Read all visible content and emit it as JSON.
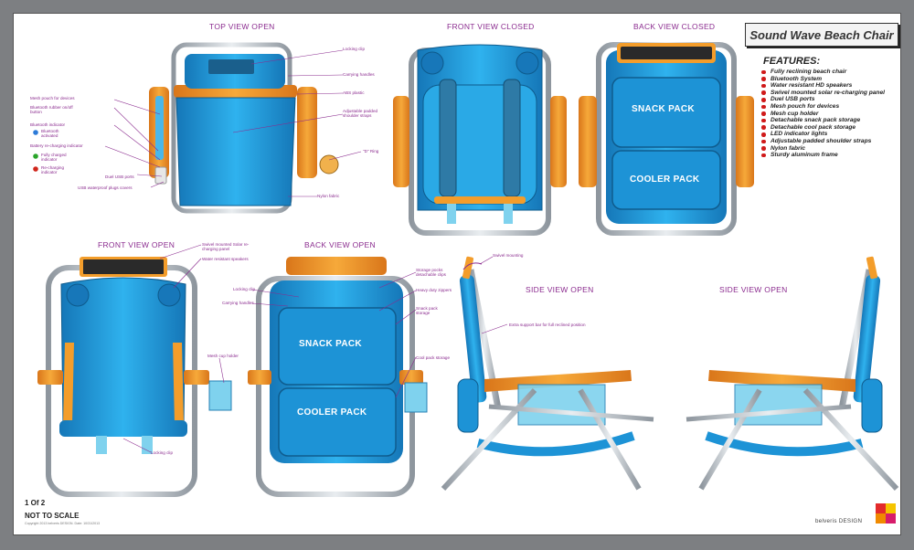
{
  "titles": {
    "top_view_open": "TOP VIEW OPEN",
    "front_view_closed": "FRONT VIEW CLOSED",
    "back_view_closed": "BACK VIEW CLOSED",
    "front_view_open": "FRONT VIEW OPEN",
    "back_view_open": "BACK VIEW OPEN",
    "side_view_open_left": "SIDE VIEW OPEN",
    "side_view_open_right": "SIDE VIEW OPEN"
  },
  "product_title": "Sound Wave Beach Chair",
  "features_heading": "FEATURES:",
  "features": [
    "Fully reclining beach chair",
    "Bluetooth System",
    "Water resistant HD speakers",
    "Swivel mounted solar re-charging panel",
    "Duel USB ports",
    "Mesh pouch for devices",
    "Mesh cup holder",
    "Detachable snack pack storage",
    "Detachable cool pack storage",
    "LED indicator lights",
    "Adjustable padded shoulder straps",
    "Nylon fabric",
    "Sturdy aluminum frame"
  ],
  "pack_labels": {
    "snack": "SNACK PACK",
    "cooler": "COOLER PACK"
  },
  "callouts": {
    "top": {
      "mesh_pouch": "Mesh pouch for devices",
      "bt_button": "Bluetooth rubber on/off button",
      "bt_indicator": "Bluetooth indicator",
      "bt_activated": "Bluetooth activated",
      "battery_indicator": "Battery re-charging indicator",
      "fully_charged": "Fully charged indicator",
      "re_charging": "Re-charging indicator",
      "usb_ports": "Duel USB ports",
      "usb_covers": "USB waterproof plugs covers",
      "locking_clip": "Locking clip",
      "carrying_handles": "Carrying handles",
      "abs_plastic": "ABS plastic",
      "shoulder_straps": "Adjustable padded shoulder straps",
      "d_ring": "\"D\" Ring",
      "nylon_fabric": "Nylon fabric"
    },
    "front_open": {
      "solar_panel": "Swivel mounted Solar re- charging panel",
      "speakers": "Water resistant speakers",
      "cup_holder": "Mesh cup holder",
      "locking_clip": "Locking clip"
    },
    "back_open": {
      "locking_clip": "Locking clip",
      "carrying_handles": "Carrying handles",
      "storage_pockets": "Storage pocks detachable clips",
      "zippers": "Heavy duty zippers",
      "snack_storage": "Snack pack storage",
      "cool_storage": "Cool pack storage"
    },
    "side": {
      "swivel_mounting": "Swivel mounting",
      "extra_support": "Extra support bar for full reclined position"
    }
  },
  "footer": {
    "page": "1 Of 2",
    "scale": "NOT TO SCALE",
    "copyright": "Copyright 2013 belveris DESIGN. Date: 10/31/2013",
    "brand": "belveris DESIGN"
  },
  "colors": {
    "fabric_blue": "#1ea0e0",
    "frame_orange": "#f09a28",
    "callout_purple": "#8b2c8f",
    "bullet_red": "#d01a1a"
  }
}
